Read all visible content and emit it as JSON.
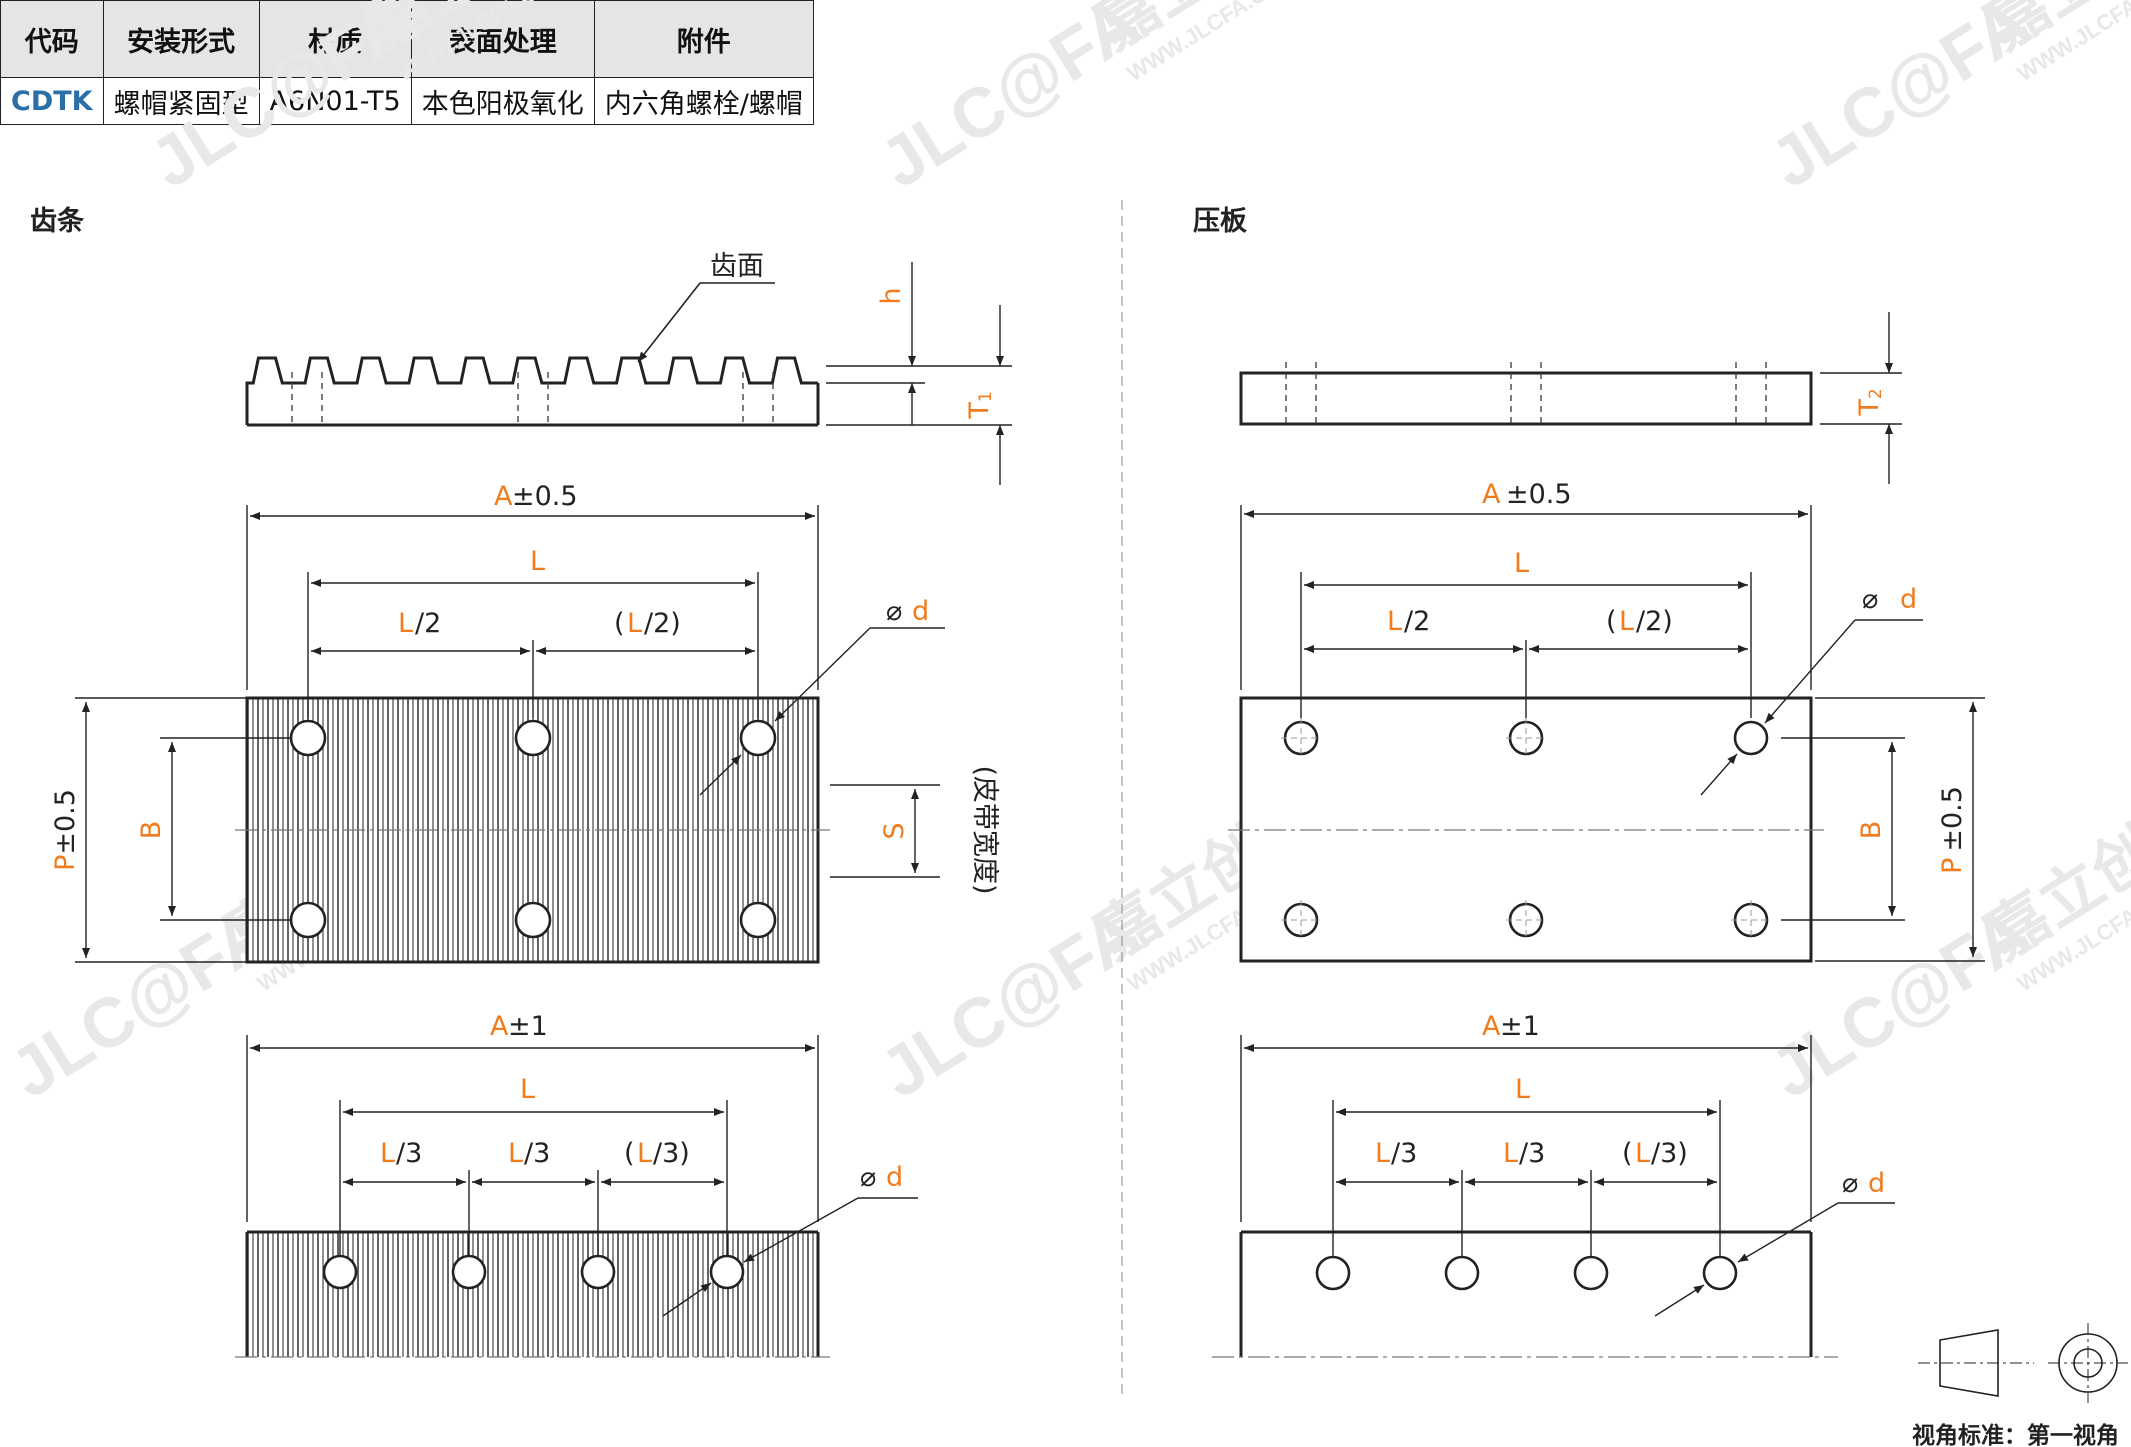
{
  "table": {
    "headers": [
      "代码",
      "安装形式",
      "材质",
      "表面处理",
      "附件"
    ],
    "row": [
      "CDTK",
      "螺帽紧固型",
      "A6N01-T5",
      "本色阳极氧化",
      "内六角螺栓/螺帽"
    ]
  },
  "left": {
    "title": "齿条",
    "tooth_face": "齿面",
    "h": "h",
    "t1": "T",
    "t1_sub": "1",
    "dim_a_top_letter": "A",
    "dim_a_top_tol": "±0.5",
    "dim_l": "L",
    "dim_l2_letter": "L",
    "dim_l2_rest": "/2",
    "dim_l2b_open": "(",
    "dim_l2b_letter": "L",
    "dim_l2b_rest": "/2)",
    "dia": "⌀",
    "dia_d": "d",
    "p_letter": "P",
    "p_tol": "±0.5",
    "b": "B",
    "s": "S",
    "belt_width": "(皮带宽度)",
    "dim_a_bot_letter": "A",
    "dim_a_bot_tol": "±1",
    "dim_l3_letter": "L",
    "dim_l3_rest": "/3",
    "dim_l3b_open": "(",
    "dim_l3b_letter": "L",
    "dim_l3b_rest": "/3)"
  },
  "right": {
    "title": "压板",
    "t2": "T",
    "t2_sub": "2",
    "dim_a_top_letter": "A",
    "dim_a_top_tol": "±0.5",
    "dia_spaced": "⌀",
    "p_letter": "P",
    "p_tol": "±0.5",
    "dim_a_bot_letter": "A",
    "dim_a_bot_tol": "±1"
  },
  "watermark": {
    "logo": "JLC@FA",
    "brand": "嘉立创FA",
    "url": "WWW.JLCFA.COM"
  },
  "view_standard": "视角标准：第一视角",
  "colors": {
    "accent": "#f07c1e",
    "code": "#2b6fa8",
    "line": "#222222"
  }
}
